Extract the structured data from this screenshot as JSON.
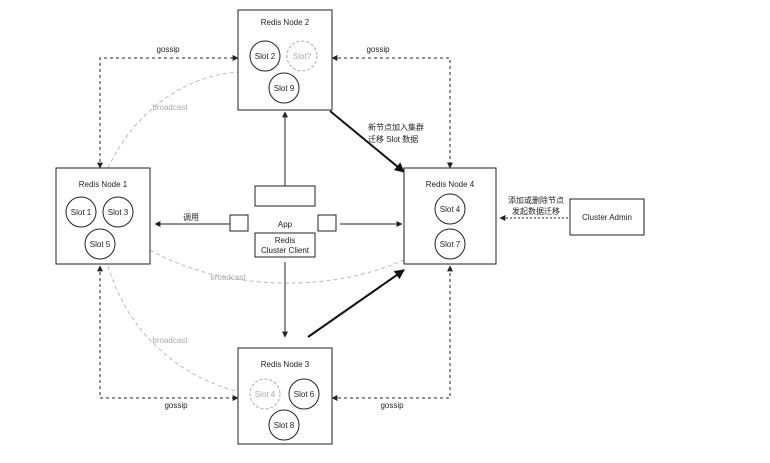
{
  "nodes": {
    "node1": {
      "title": "Redis Node 1",
      "slots": [
        "Slot 1",
        "Slot 3",
        "Slot 5"
      ]
    },
    "node2": {
      "title": "Redis Node 2",
      "slots": [
        "Slot 2",
        "Slot?",
        "Slot 9"
      ]
    },
    "node3": {
      "title": "Redis Node 3",
      "slots": [
        "Slot 4",
        "Slot 6",
        "Slot 8"
      ]
    },
    "node4": {
      "title": "Redis Node 4",
      "slots": [
        "Slot 4",
        "Slot 7"
      ]
    }
  },
  "app": {
    "label": "App",
    "client_line1": "Redis",
    "client_line2": "Cluster Client"
  },
  "admin": {
    "label": "Cluster Admin"
  },
  "labels": {
    "gossip_tl": "gossip",
    "gossip_tr": "gossip",
    "gossip_bl": "gossip",
    "gossip_br": "gossip",
    "broadcast_top": "broadcast",
    "broadcast_mid": "broadcast",
    "broadcast_bottom": "broadcast",
    "invoke": "调用",
    "migrate_line1": "新节点加入集群",
    "migrate_line2": "迁移 Slot 数据",
    "admin_line1": "添加或删除节点",
    "admin_line2": "发起数据迁移"
  }
}
